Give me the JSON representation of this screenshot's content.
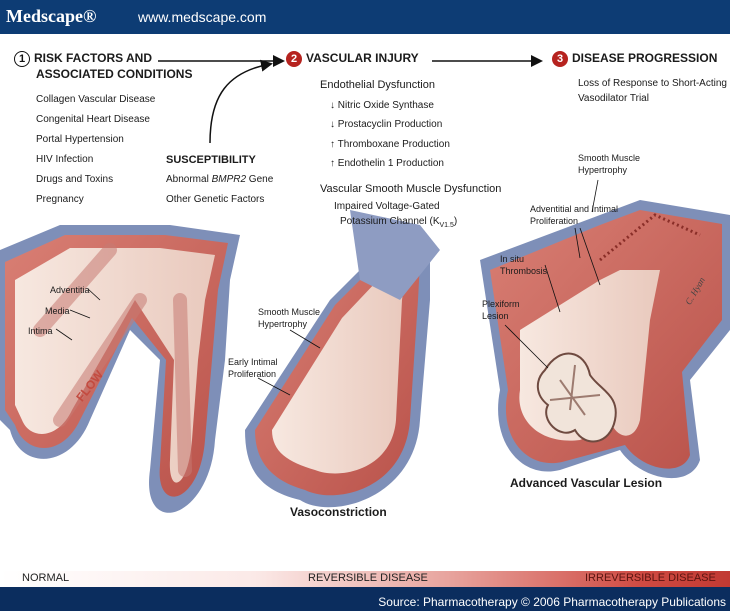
{
  "header": {
    "logo": "Medscape®",
    "url": "www.medscape.com"
  },
  "stages": [
    {
      "number": "1",
      "title_line1": "RISK FACTORS AND",
      "title_line2": "ASSOCIATED CONDITIONS"
    },
    {
      "number": "2",
      "title": "VASCULAR INJURY"
    },
    {
      "number": "3",
      "title": "DISEASE PROGRESSION"
    }
  ],
  "risk_factors": [
    "Collagen Vascular Disease",
    "Congenital Heart Disease",
    "Portal Hypertension",
    "HIV Infection",
    "Drugs and Toxins",
    "Pregnancy"
  ],
  "susceptibility": {
    "title": "SUSCEPTIBILITY",
    "item1_prefix": "Abnormal ",
    "item1_gene": "BMPR2",
    "item1_suffix": " Gene",
    "item2": "Other Genetic Factors"
  },
  "vascular_injury": {
    "endothelial_title": "Endothelial Dysfunction",
    "items": [
      {
        "arrow": "↓",
        "text": "Nitric Oxide Synthase"
      },
      {
        "arrow": "↓",
        "text": "Prostacyclin Production"
      },
      {
        "arrow": "↑",
        "text": "Thromboxane Production"
      },
      {
        "arrow": "↑",
        "text": "Endothelin 1 Production"
      }
    ],
    "smooth_title": "Vascular Smooth Muscle Dysfunction",
    "channel_line1": "Impaired Voltage-Gated",
    "channel_line2": "Potassium Channel (K",
    "channel_sub": "V1.5",
    "channel_end": ")"
  },
  "disease_progression": {
    "line1": "Loss of Response to Short-Acting",
    "line2": "Vasodilator Trial"
  },
  "labels": {
    "adventitia": "Adventitia",
    "media": "Media",
    "intima": "Intima",
    "flow": "FLOW",
    "smooth_muscle_1": "Smooth Muscle",
    "smooth_muscle_2": "Hypertrophy",
    "early_intimal_1": "Early Intimal",
    "early_intimal_2": "Proliferation",
    "vasoconstriction": "Vasoconstriction",
    "sm3_1": "Smooth Muscle",
    "sm3_2": "Hypertrophy",
    "adv_intimal_1": "Adventitial and Intimal",
    "adv_intimal_2": "Proliferation",
    "insitu_1": "In situ",
    "insitu_2": "Thrombosis",
    "plexiform_1": "Plexiform",
    "plexiform_2": "Lesion",
    "advanced": "Advanced Vascular Lesion",
    "signature": "C. Hyan"
  },
  "scale": {
    "normal": "NORMAL",
    "reversible": "REVERSIBLE DISEASE",
    "irreversible": "IRREVERSIBLE DISEASE"
  },
  "footer": "Source: Pharmacotherapy © 2006 Pharmacotherapy Publications",
  "colors": {
    "header_bg": "#0d3c74",
    "footer_bg": "#0b2d5e",
    "stage_badge": "#b6231f",
    "vessel_wall": "#c8645a",
    "vessel_lumen": "#f2dcd2"
  }
}
